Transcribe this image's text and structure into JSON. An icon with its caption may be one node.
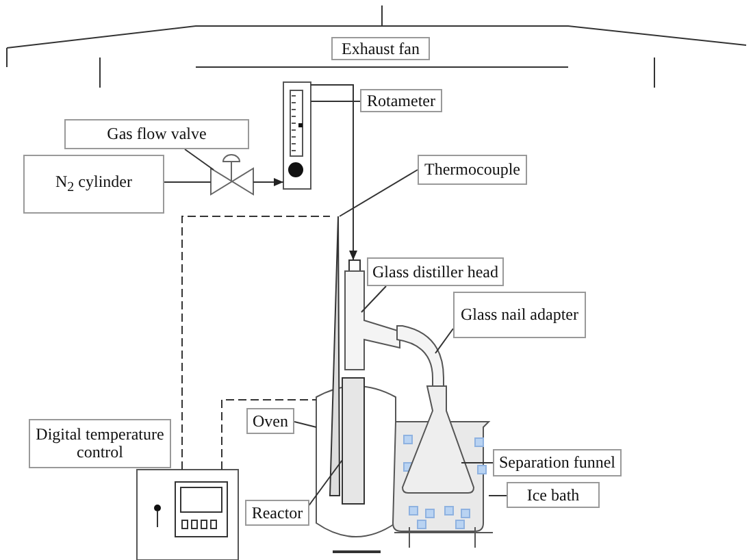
{
  "diagram": {
    "nodes": [
      {
        "text": [
          "Exhaust fan"
        ]
      },
      {
        "text": [
          "Rotameter"
        ]
      },
      {
        "text": [
          "Gas flow valve"
        ]
      },
      {
        "text": [
          "N$_{2}$ cylinder"
        ]
      },
      {
        "text": [
          "Thermocouple"
        ]
      },
      {
        "text": [
          "Glass distiller head"
        ]
      },
      {
        "text": [
          "Glass nail adapter"
        ]
      },
      {
        "text": [
          "Digital temperature control"
        ]
      },
      {
        "text": [
          "Oven"
        ]
      },
      {
        "text": [
          "Separation funnel"
        ]
      },
      {
        "text": [
          "Ice bath"
        ]
      },
      {
        "text": [
          "Reactor"
        ]
      },
      {
        "text": [],
        "shape": "box"
      },
      {
        "text": [],
        "shape": "valve"
      },
      {
        "text": [],
        "shape": "probe"
      },
      {
        "text": [],
        "shape": "tube"
      },
      {
        "text": [],
        "shape": "tube"
      },
      {
        "text": [],
        "shape": "box"
      },
      {
        "text": [],
        "shape": "cylinder"
      },
      {
        "text": [],
        "shape": "beaker"
      },
      {
        "text": [],
        "shape": "flask"
      },
      {
        "text": [],
        "shape": "tube"
      }
    ],
    "edges": [
      {
        "from": 1,
        "to": 12,
        "arrow": "none"
      },
      {
        "from": 2,
        "to": 13,
        "arrow": "none"
      },
      {
        "from": 4,
        "to": 14,
        "arrow": "none"
      },
      {
        "from": 5,
        "to": 15,
        "arrow": "none"
      },
      {
        "from": 6,
        "to": 16,
        "arrow": "none"
      },
      {
        "from": 8,
        "to": 18,
        "arrow": "none"
      },
      {
        "from": 9,
        "to": 20,
        "arrow": "none"
      },
      {
        "from": 10,
        "to": 19,
        "arrow": "none"
      },
      {
        "from": 11,
        "to": 21,
        "arrow": "none"
      },
      {
        "from": 3,
        "to": 13,
        "arrow": "none"
      },
      {
        "from": 13,
        "to": 12,
        "arrow": "to"
      },
      {
        "from": 12,
        "to": 15,
        "arrow": "to"
      },
      {
        "from": 17,
        "to": 14,
        "arrow": "none",
        "style": "dashed"
      },
      {
        "from": 17,
        "to": 18,
        "arrow": "none",
        "style": "dashed"
      }
    ]
  }
}
